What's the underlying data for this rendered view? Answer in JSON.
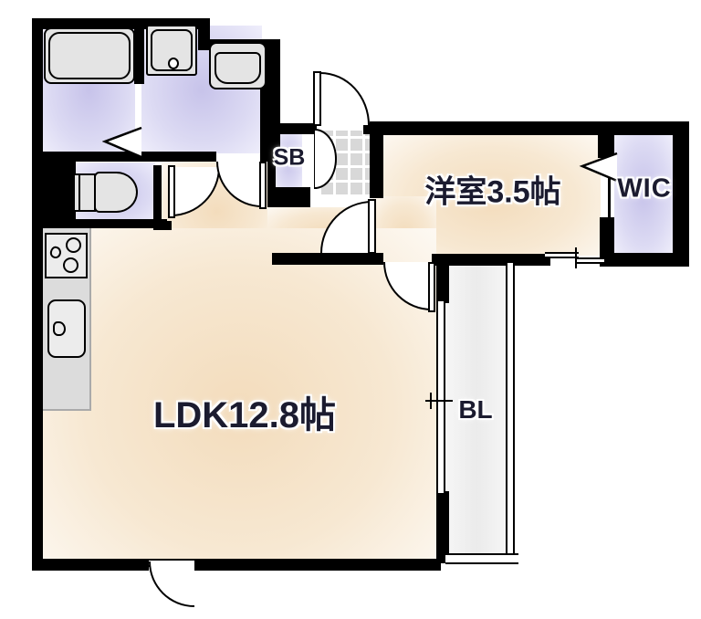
{
  "plan": {
    "type": "floor-plan",
    "rooms": {
      "ldk": {
        "label": "LDK12.8帖"
      },
      "bedroom": {
        "label": "洋室3.5帖"
      },
      "wic": {
        "label": "WIC"
      },
      "shoe_box": {
        "label": "SB"
      },
      "balcony": {
        "label": "BL"
      }
    },
    "fixtures": [
      "bathtub",
      "washing-machine-pan",
      "washbasin",
      "toilet",
      "stove",
      "kitchen-sink",
      "genkan-tiles"
    ],
    "colors": {
      "wall": "#000000",
      "room_floor": "#f3dcbc",
      "wet_area_floor": "#c7c3ea",
      "tile_floor": "#d8d8d8",
      "balcony_floor": "#ebebeb",
      "fixture_fill": "#e4e4e4",
      "label_text": "#1b1b2f"
    }
  }
}
